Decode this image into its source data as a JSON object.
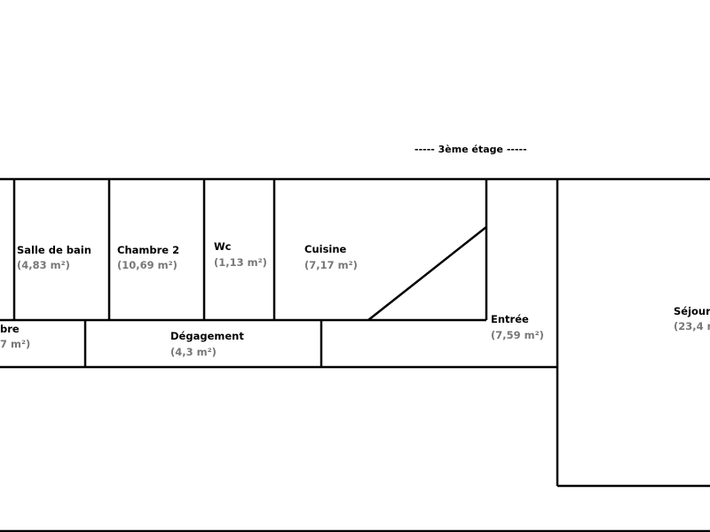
{
  "floor_title": "-----  3ème étage  -----",
  "rooms": [
    {
      "name": "Salle de bain",
      "area": "(4,83 m²)"
    },
    {
      "name": "Chambre 2",
      "area": "(10,69 m²)"
    },
    {
      "name": "Wc",
      "area": "(1,13 m²)"
    },
    {
      "name": "Cuisine",
      "area": "(7,17 m²)"
    },
    {
      "name": "bre",
      "area": "7 m²)"
    },
    {
      "name": "Dégagement",
      "area": "(4,3 m²)"
    },
    {
      "name": "Entrée",
      "area": "(7,59 m²)"
    },
    {
      "name": "Séjour",
      "area": "(23,4 m"
    }
  ]
}
